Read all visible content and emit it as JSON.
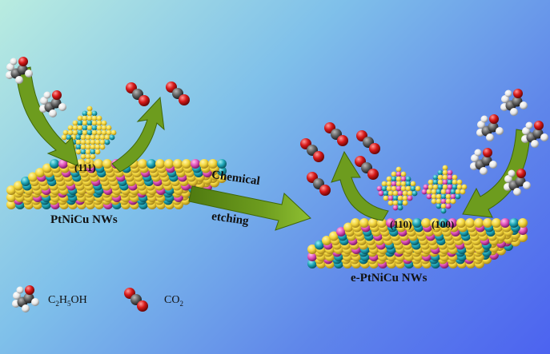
{
  "labels": {
    "left_plate": "PtNiCu NWs",
    "right_plate": "e-PtNiCu NWs",
    "arrow_line1": "Chemical",
    "arrow_line2": "etching",
    "facet_left": "(111)",
    "facet_right_a": "(110)",
    "facet_right_b": "(100)"
  },
  "legend": {
    "ethanol": {
      "main": "C",
      "s1": "2",
      "mid": "H",
      "s2": "5",
      "tail": "OH"
    },
    "co2": {
      "main": "CO",
      "s1": "2"
    }
  },
  "colors": {
    "pt_yellow": "#f2d53c",
    "ni_cyan": "#1ca3b4",
    "cu_pink": "#df4fb8",
    "arrow_green": "#6d9c1e",
    "oxygen_red": "#d81a1a",
    "carbon_grey": "#5c5c5c",
    "hydrogen_white": "#e6e6e6"
  },
  "icons": [
    "ethanol-molecule-icon",
    "co2-molecule-icon"
  ]
}
